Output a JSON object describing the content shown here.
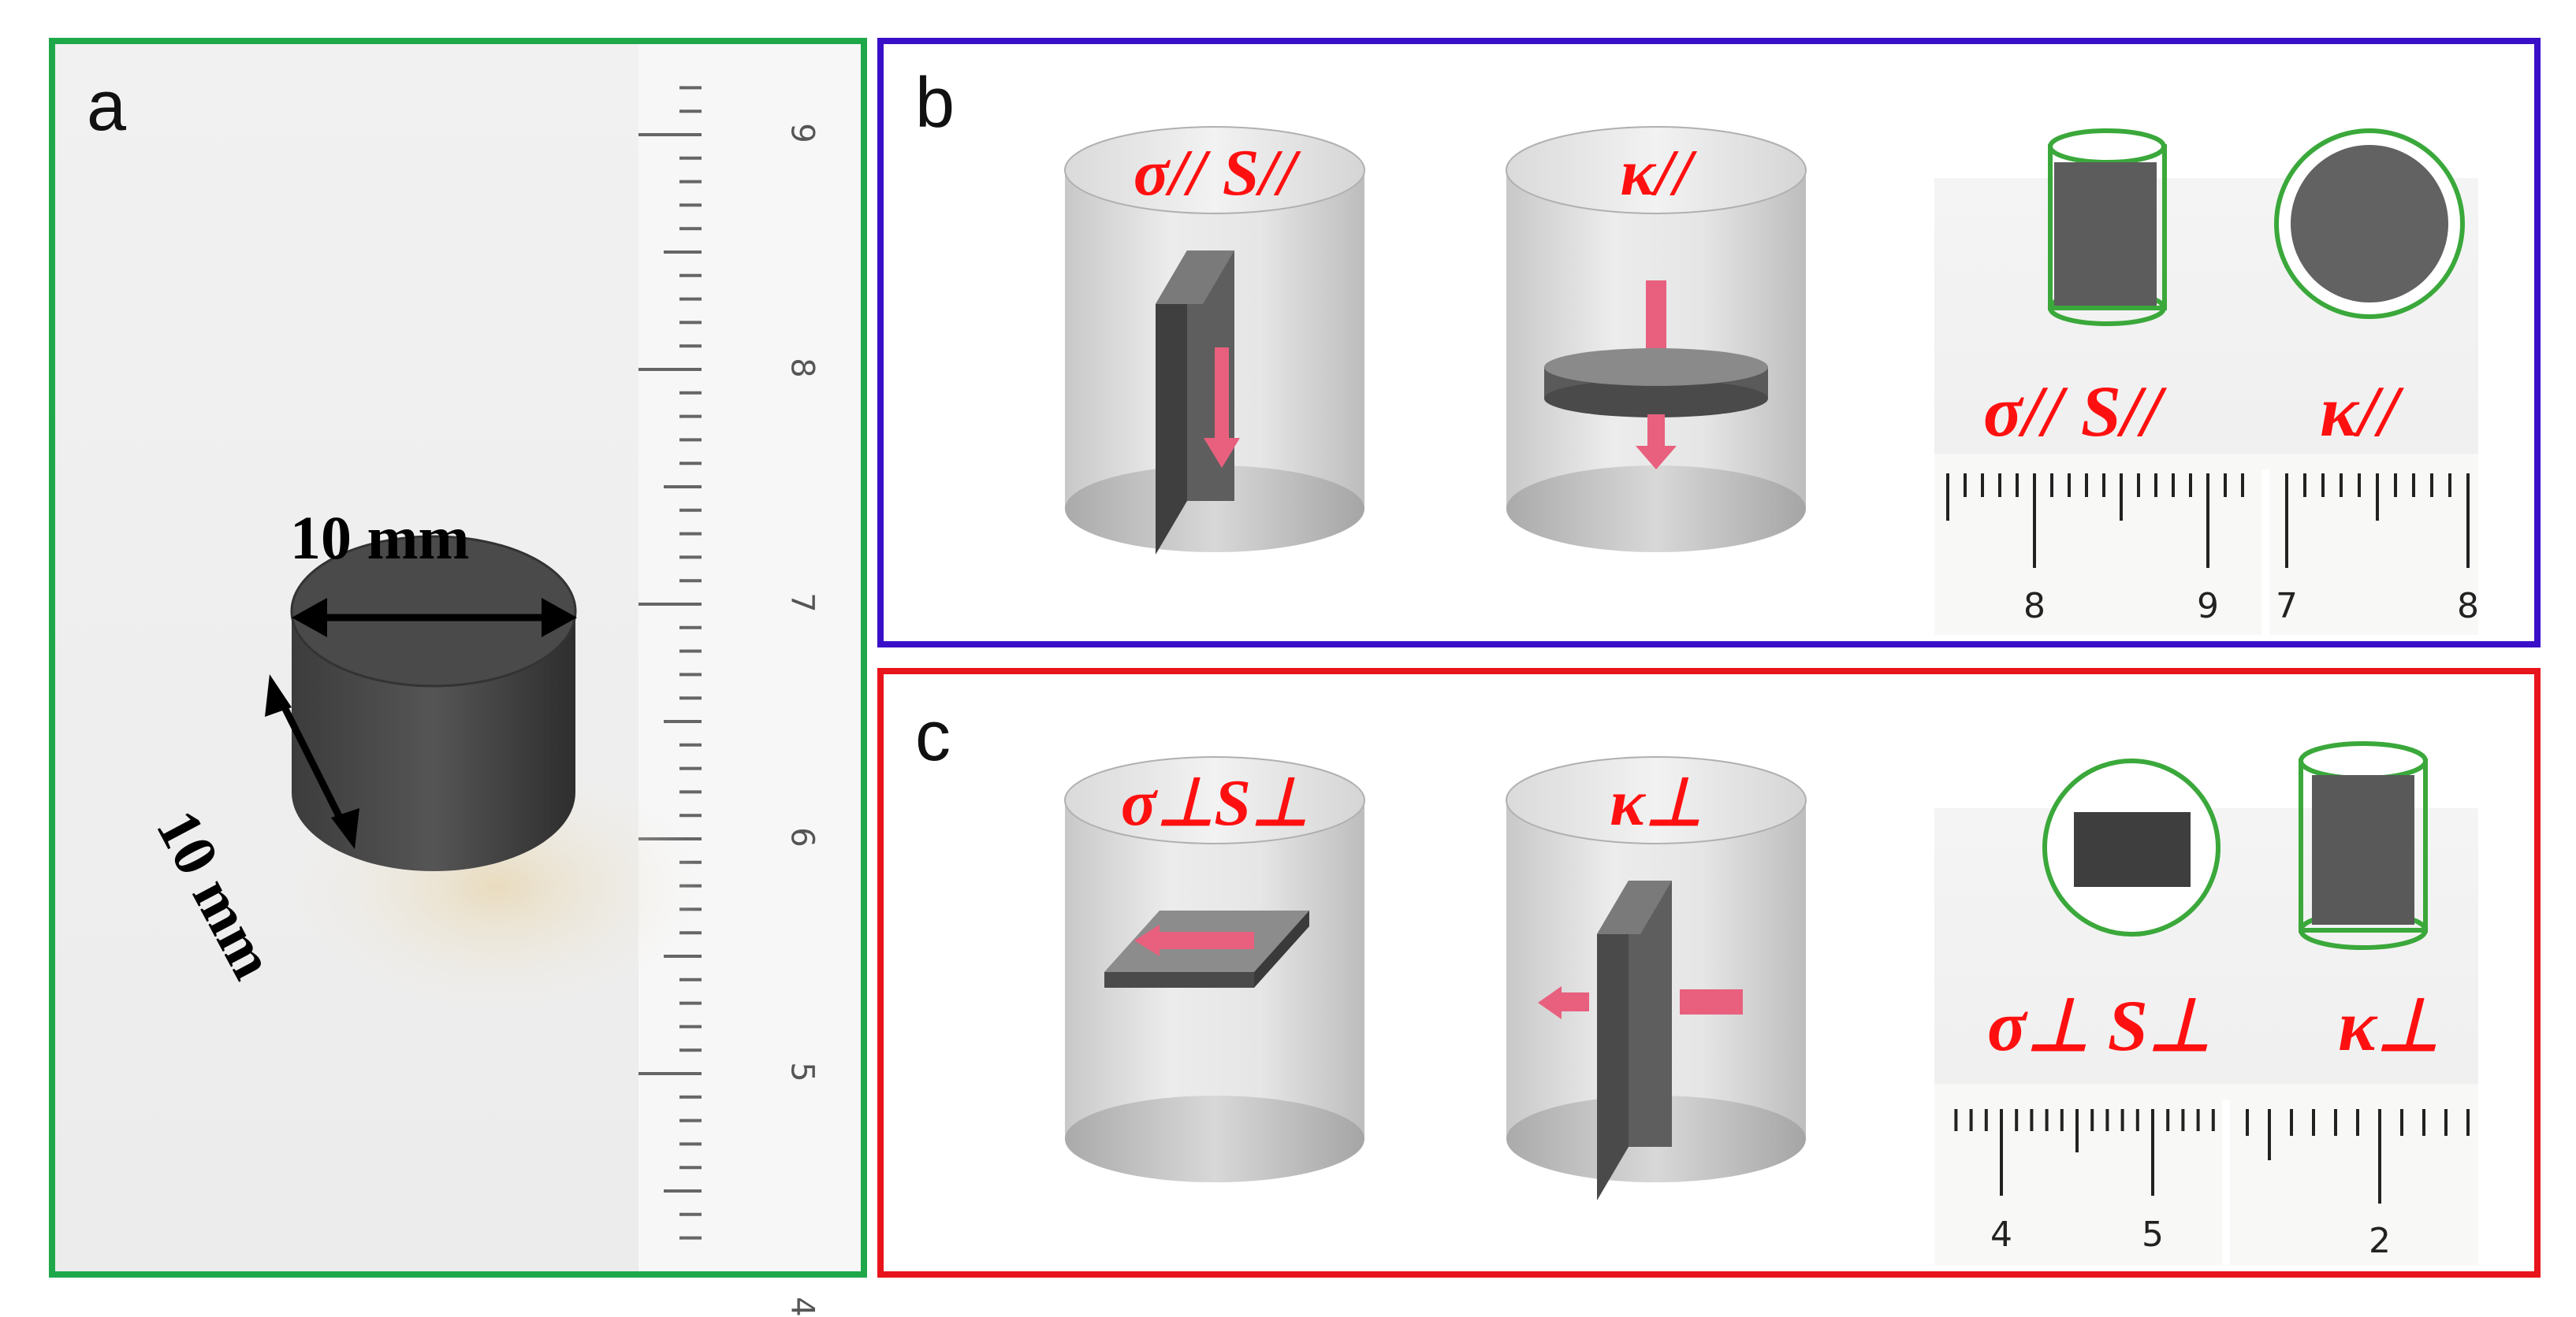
{
  "panels": {
    "a": {
      "letter": "a",
      "dimension_top": "10 mm",
      "dimension_side": "10 mm",
      "ruler_numbers": [
        "9",
        "8",
        "7",
        "6",
        "5",
        "4"
      ]
    },
    "b": {
      "letter": "b",
      "cylinder_labels": [
        "σ// S//",
        "κ//"
      ],
      "photo_labels": [
        "σ// S//",
        "κ//"
      ],
      "ruler_left_numbers": [
        "8",
        "9"
      ],
      "ruler_right_numbers": [
        "7",
        "8"
      ]
    },
    "c": {
      "letter": "c",
      "cylinder_labels": [
        "σ⊥S⊥",
        "κ⊥"
      ],
      "photo_labels": [
        "σ⊥ S⊥",
        "κ⊥"
      ],
      "ruler_left_numbers": [
        "4",
        "5"
      ],
      "ruler_right_numbers": [
        "2"
      ]
    }
  },
  "colors": {
    "panel_a_border": "#1fa84a",
    "panel_b_border": "#3a0fc8",
    "panel_c_border": "#e8141b",
    "label_red": "#ff1010",
    "arrow_pink": "#e8607e",
    "sample_gray": "#5a5a5a",
    "outline_green": "#3aa83a"
  }
}
